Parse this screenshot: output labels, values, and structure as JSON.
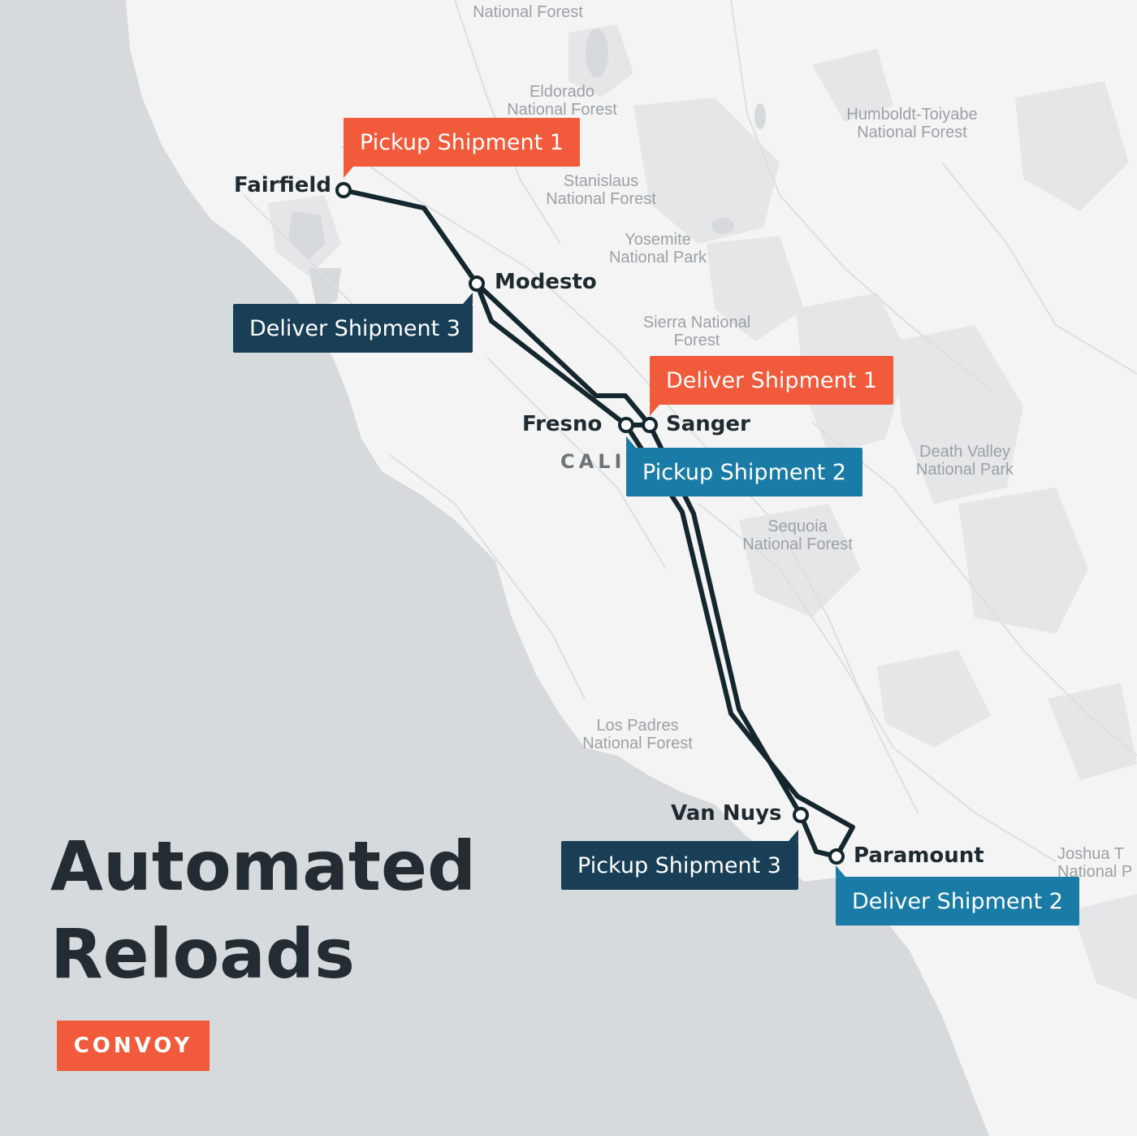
{
  "colors": {
    "ocean": "#d6dadd",
    "land": "#f4f4f4",
    "terrain": "#e4e6e7",
    "route": "#14272e",
    "pickup_shipment_1": "#f15a3a",
    "deliver_shipment_1": "#f15a3a",
    "pickup_shipment_2": "#1a7ba6",
    "deliver_shipment_2": "#1a7ba6",
    "pickup_shipment_3": "#183f56",
    "deliver_shipment_3": "#183f56",
    "logo_bg": "#f15a3a"
  },
  "map": {
    "parks": [
      "National Forest",
      "Eldorado\nNational Forest",
      "Stanislaus\nNational Forest",
      "Yosemite\nNational Park",
      "Sierra National\nForest",
      "Humboldt-Toiyabe\nNational Forest",
      "Death Valley\nNational Park",
      "Sequoia\nNational Forest",
      "Los Padres\nNational Forest",
      "Joshua T\nNational P"
    ],
    "state_label": "CALI",
    "cities": [
      "Fairfield",
      "Modesto",
      "Fresno",
      "Sanger",
      "Van Nuys",
      "Paramount"
    ]
  },
  "callouts": {
    "pickup_1": "Pickup Shipment 1",
    "deliver_3": "Deliver Shipment 3",
    "deliver_1": "Deliver Shipment 1",
    "pickup_2": "Pickup Shipment 2",
    "pickup_3": "Pickup Shipment 3",
    "deliver_2": "Deliver Shipment 2"
  },
  "title": {
    "line1": "Automated",
    "line2": "Reloads"
  },
  "logo": "CONVOY"
}
